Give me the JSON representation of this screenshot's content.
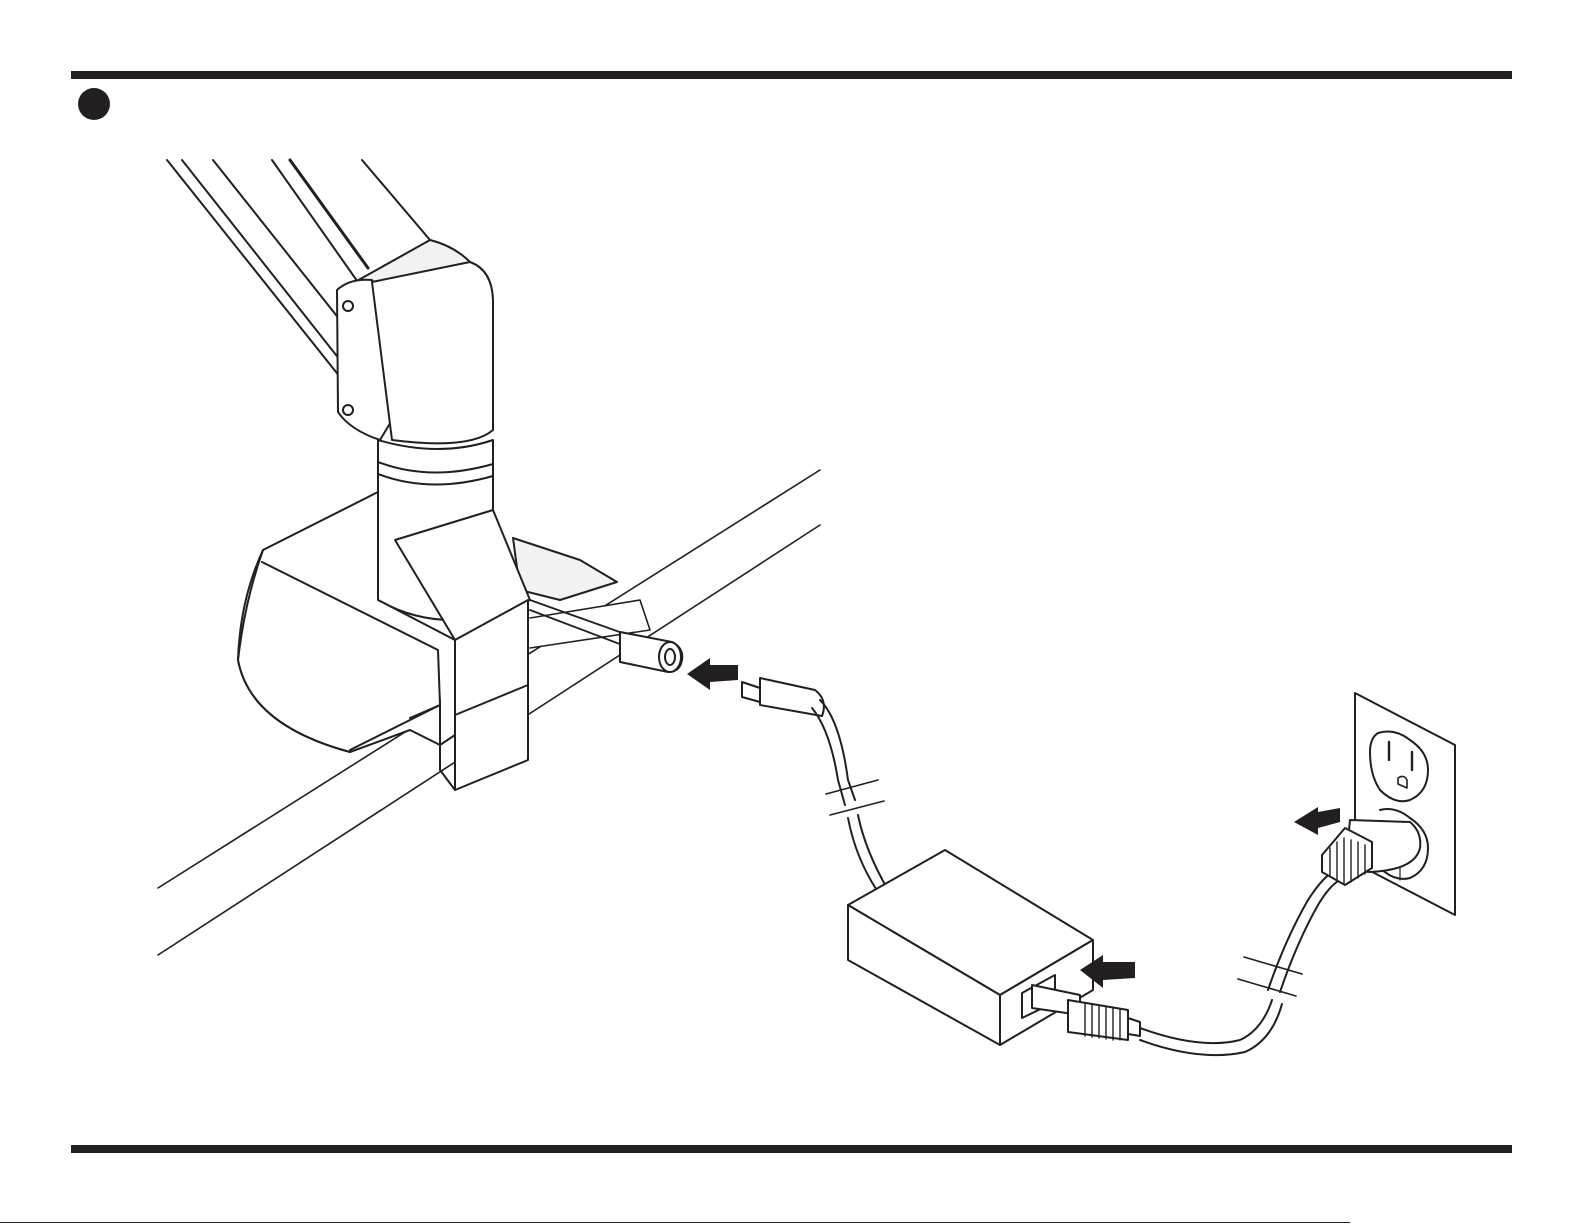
{
  "page": {
    "step_number": "",
    "colors": {
      "ink": "#231f20",
      "paper": "#ffffff",
      "shade": "#f2f2f2"
    }
  },
  "illustration": {
    "components": [
      "monitor-arm",
      "desk-clamp",
      "barrel-jack-socket",
      "dc-plug-cable",
      "power-adapter",
      "c5-connector",
      "ac-power-cord",
      "ac-plug",
      "wall-outlet"
    ],
    "icons": [
      "arrow-left-icon",
      "cable-break-icon"
    ]
  }
}
